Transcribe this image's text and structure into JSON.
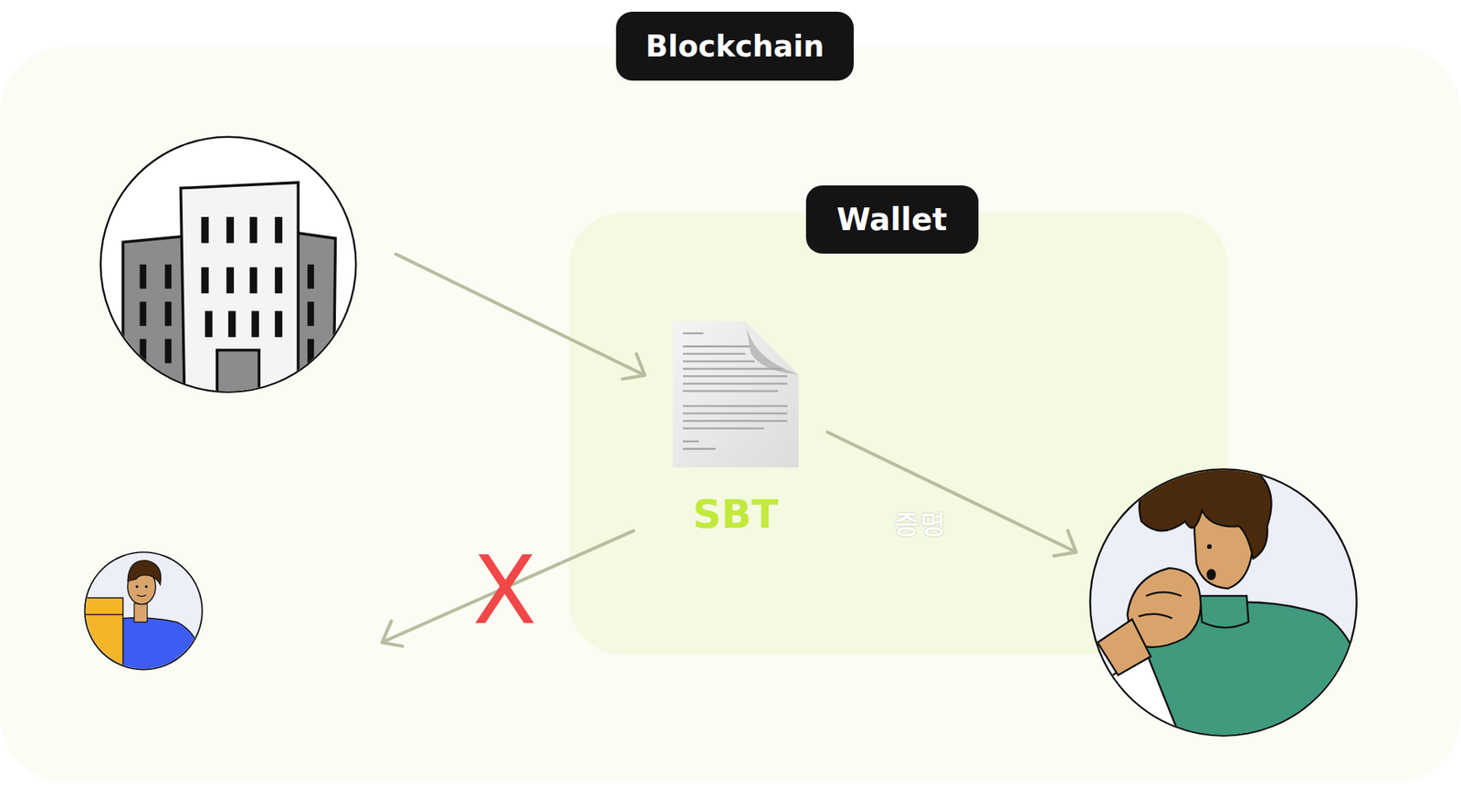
{
  "diagram": {
    "nodes": [
      {
        "text": [
          "Blockchain"
        ]
      },
      {
        "text": [
          "Wallet"
        ],
        "in": 0
      },
      {
        "text": [
          "SBT"
        ],
        "in": 1
      }
    ],
    "labels": [
      "증명",
      "X"
    ]
  }
}
